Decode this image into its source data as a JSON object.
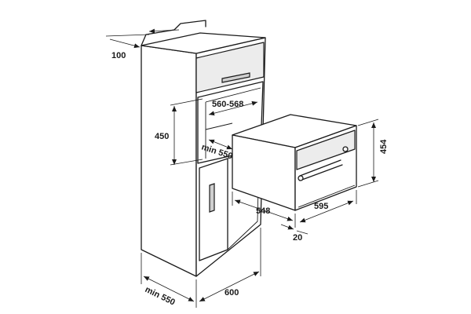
{
  "labels": {
    "top_offset": "100",
    "niche_height": "450",
    "niche_width": "560-568",
    "niche_depth": "min 550",
    "oven_height": "454",
    "oven_depth": "548",
    "oven_width": "595",
    "gap": "20",
    "cabinet_depth": "min 550",
    "cabinet_width": "600"
  }
}
